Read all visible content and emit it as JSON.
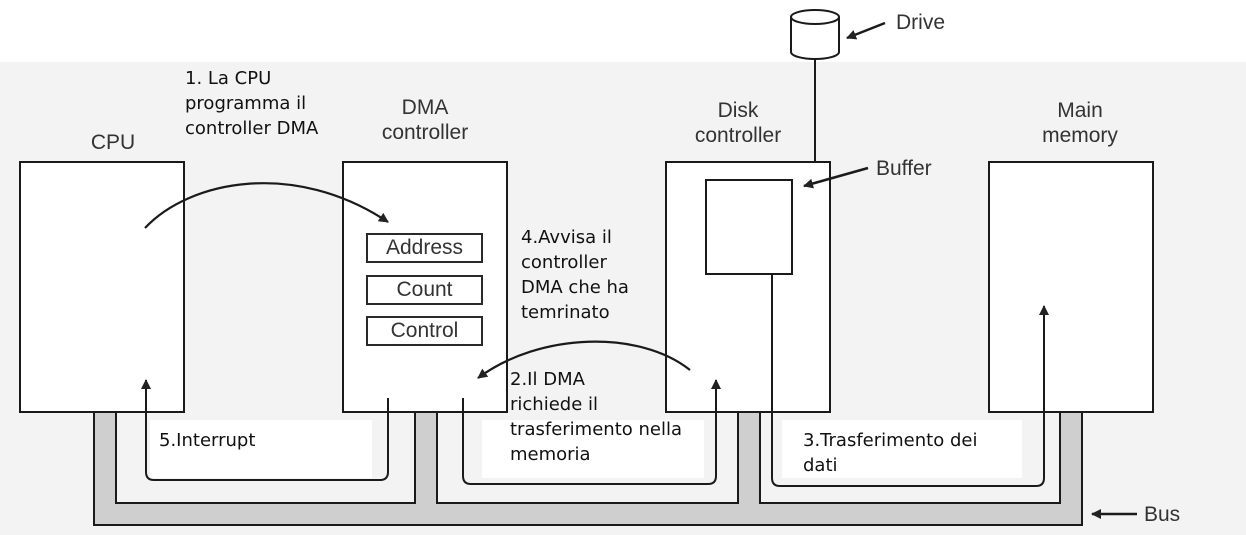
{
  "components": {
    "cpu": {
      "label": "CPU"
    },
    "dma": {
      "label": "DMA\ncontroller",
      "registers": [
        "Address",
        "Count",
        "Control"
      ]
    },
    "disk": {
      "label": "Disk\ncontroller",
      "buffer_label": "Buffer"
    },
    "memory": {
      "label": "Main\nmemory"
    },
    "drive": {
      "label": "Drive"
    },
    "bus": {
      "label": "Bus"
    }
  },
  "steps": {
    "step1": "1. La CPU\nprogramma il\ncontroller DMA",
    "step2": "2.Il DMA\nrichiede il\ntrasferimento nella\nmemoria",
    "step3": "3.Trasferimento dei\ndati",
    "step4": "4.Avvisa il\ncontroller\nDMA che ha\ntemrinato",
    "step5": "5.Interrupt"
  }
}
